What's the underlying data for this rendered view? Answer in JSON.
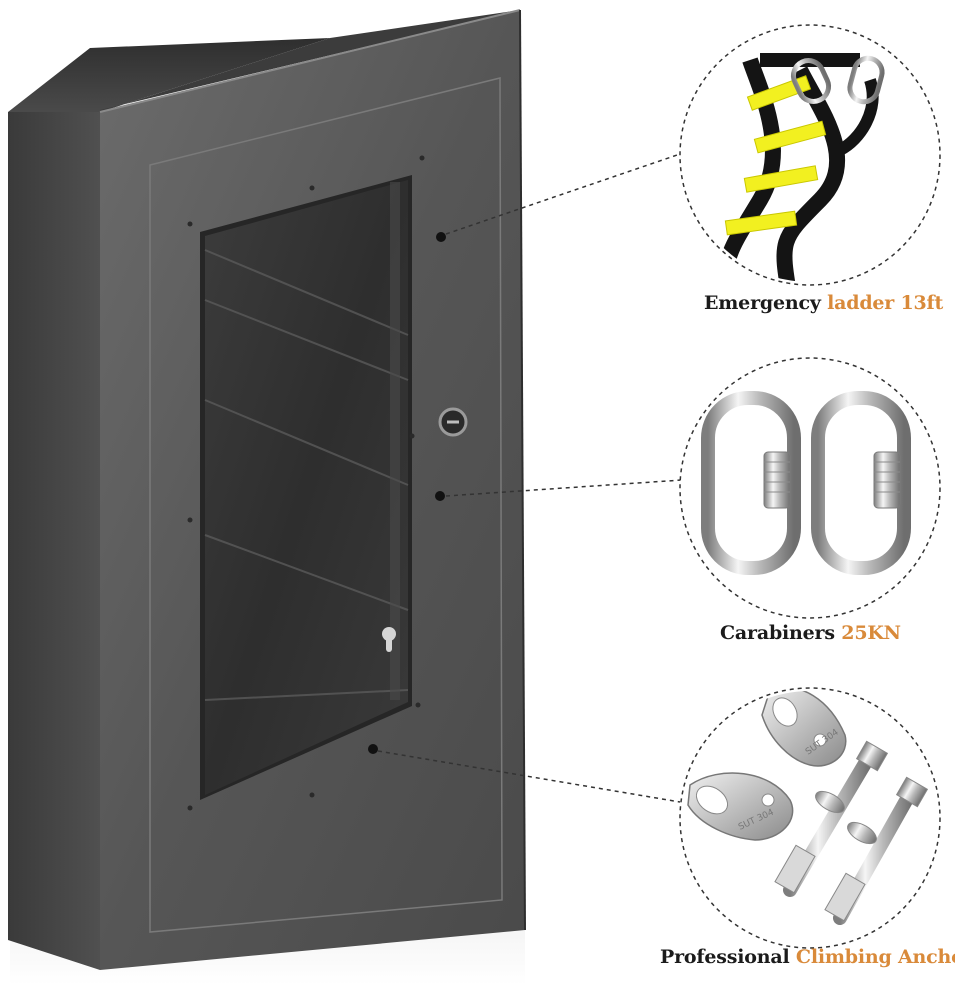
{
  "captions": {
    "ladder": {
      "lead": "Emergency",
      "accent": "ladder 13ft"
    },
    "carabiners": {
      "lead": "Carabiners",
      "accent": "25KN"
    },
    "anchors": {
      "lead": "Professional",
      "accent": "Climbing Anchors"
    }
  },
  "anchor_plate_marks": [
    "SUT 304",
    "SUT 304"
  ],
  "colors": {
    "accent": "#d98a3a",
    "caption_text": "#1b1b1b",
    "cabinet": "#5a5a5a",
    "ladder_rung": "#f2f020",
    "strap": "#141414"
  }
}
